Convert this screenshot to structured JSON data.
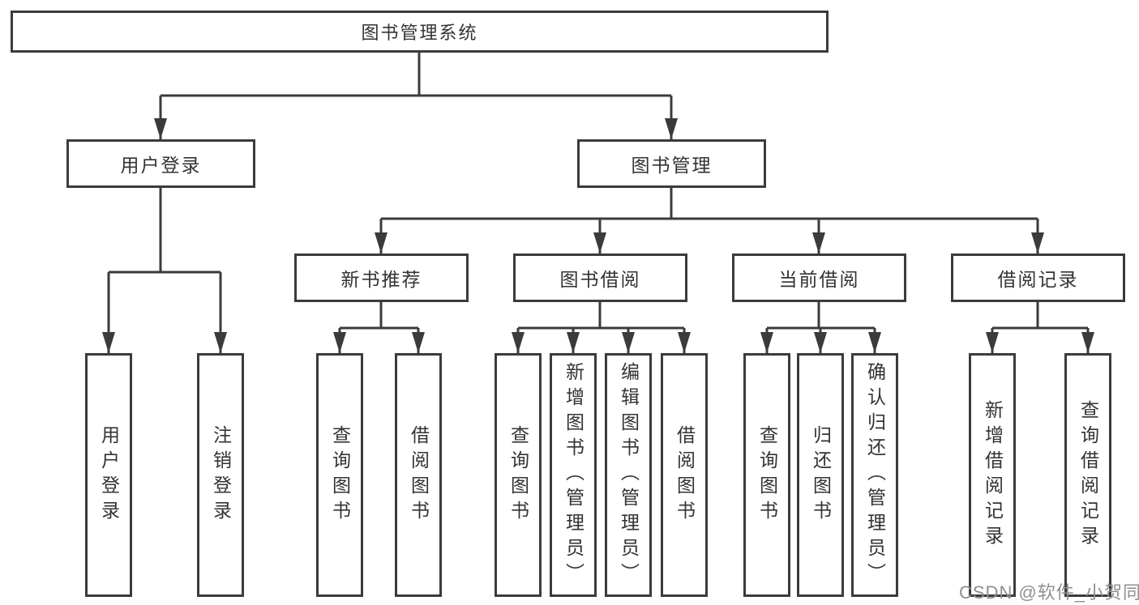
{
  "colors": {
    "line": "#3b3b3b",
    "box_border": "#3b3b3b",
    "text": "#333333",
    "background": "#ffffff",
    "watermark": "#8f8f8f"
  },
  "tree": {
    "root": {
      "label": "图书管理系统"
    },
    "branches": [
      {
        "label": "用户登录",
        "children": [
          {
            "label": "用户登录"
          },
          {
            "label": "注销登录"
          }
        ]
      },
      {
        "label": "图书管理",
        "children": [
          {
            "label": "新书推荐",
            "children": [
              {
                "label": "查询图书"
              },
              {
                "label": "借阅图书"
              }
            ]
          },
          {
            "label": "图书借阅",
            "children": [
              {
                "label": "查询图书"
              },
              {
                "label": "新增图书（管理员）"
              },
              {
                "label": "编辑图书（管理员）"
              },
              {
                "label": "借阅图书"
              }
            ]
          },
          {
            "label": "当前借阅",
            "children": [
              {
                "label": "查询图书"
              },
              {
                "label": "归还图书"
              },
              {
                "label": "确认归还（管理员）"
              }
            ]
          },
          {
            "label": "借阅记录",
            "children": [
              {
                "label": "新增借阅记录"
              },
              {
                "label": "查询借阅记录"
              }
            ]
          }
        ]
      }
    ]
  },
  "watermark": {
    "text": "CSDN @软件_小贺同学"
  }
}
